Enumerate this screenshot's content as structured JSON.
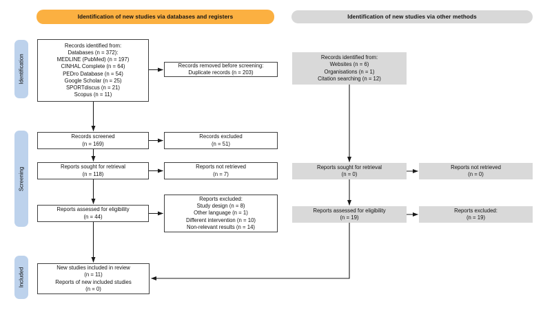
{
  "colors": {
    "banner_yellow": "#FBB041",
    "banner_gray": "#D8D8D8",
    "box_gray": "#D9D9D9",
    "sidebar_blue": "#BDD2EC",
    "box_border": "#3D3D3D",
    "line": "#1A1A1A"
  },
  "banners": {
    "databases_registers": "Identification of new studies via databases and registers",
    "other_methods": "Identification of new studies via other methods"
  },
  "sidebar": {
    "identification": "Identification",
    "screening": "Screening",
    "included": "Included"
  },
  "boxes": {
    "records_identified_databases": "Records identified from:\nDatabases (n = 372):\nMEDLINE (PubMed) (n = 197)\nCINHAL Complete (n = 64)\nPEDro Database (n = 54)\nGoogle Scholar (n = 25)\nSPORTdiscus (n = 21)\nScopus (n = 11)",
    "records_removed": "Records removed before screening:\nDuplicate records (n = 203)",
    "records_screened": "Records screened\n(n = 169)",
    "records_excluded": "Records excluded\n(n = 51)",
    "reports_sought": "Reports sought for retrieval\n(n = 118)",
    "reports_not_retrieved": "Reports not retrieved\n(n = 7)",
    "reports_assessed": "Reports assessed for eligibility\n(n = 44)",
    "reports_excluded": "Reports excluded:\nStudy design (n = 8)\nOther language (n = 1)\nDifferent intervention (n = 10)\nNon-relevant results (n = 14)",
    "new_studies_included": "New studies included in review\n(n = 11)\nReports of new included studies\n(n = 0)",
    "records_identified_other": "Records identified from:\nWebsites (n = 6)\nOrganisations (n = 1)\nCitation searching (n = 12)",
    "reports_sought_other": "Reports sought for retrieval\n(n = 0)",
    "reports_not_retrieved_other": "Reports not retrieved\n(n = 0)",
    "reports_assessed_other": "Reports assessed for eligibility\n(n = 19)",
    "reports_excluded_other": "Reports excluded:\n(n = 19)"
  }
}
